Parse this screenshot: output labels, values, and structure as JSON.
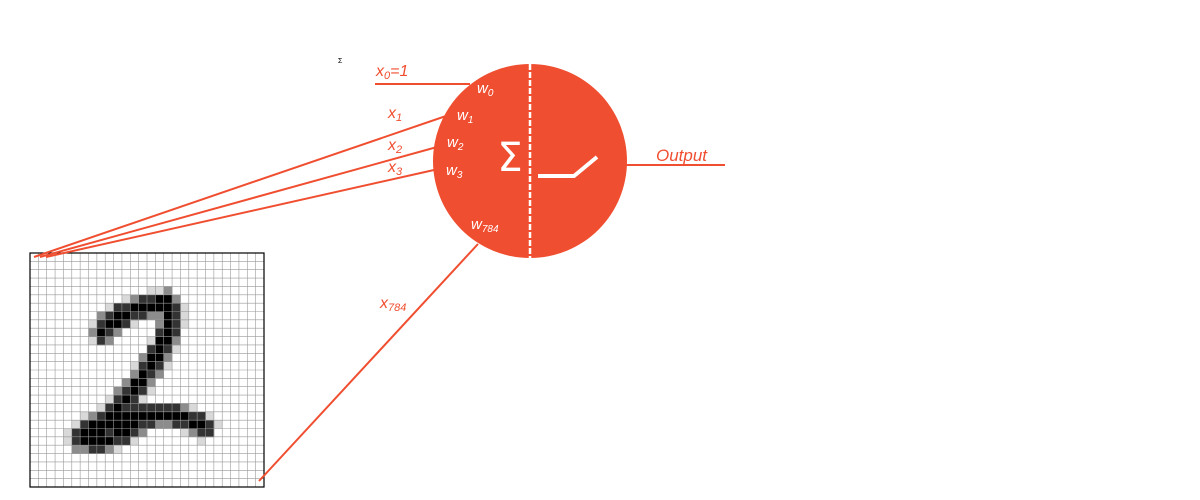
{
  "colors": {
    "accent": "#F04E30",
    "neuron_text": "#FFFFFF",
    "grid_line": "#999999",
    "grid_border": "#000000",
    "digit_ink": "#000000"
  },
  "corner_mark": "Σ",
  "inputs": {
    "bias_label": {
      "base": "x",
      "sub": "0",
      "rest": "=1"
    },
    "x1": {
      "base": "x",
      "sub": "1"
    },
    "x2": {
      "base": "x",
      "sub": "2"
    },
    "x3": {
      "base": "x",
      "sub": "3"
    },
    "x784": {
      "base": "x",
      "sub": "784"
    }
  },
  "weights": {
    "w0": {
      "base": "w",
      "sub": "0"
    },
    "w1": {
      "base": "w",
      "sub": "1"
    },
    "w2": {
      "base": "w",
      "sub": "2"
    },
    "w3": {
      "base": "w",
      "sub": "3"
    },
    "w784": {
      "base": "w",
      "sub": "784"
    }
  },
  "neuron": {
    "sum_symbol": "Σ",
    "activation_icon": "relu-icon"
  },
  "output": {
    "label": "Output"
  },
  "image_grid": {
    "rows": 28,
    "cols": 28,
    "content": "handwritten digit 2"
  }
}
